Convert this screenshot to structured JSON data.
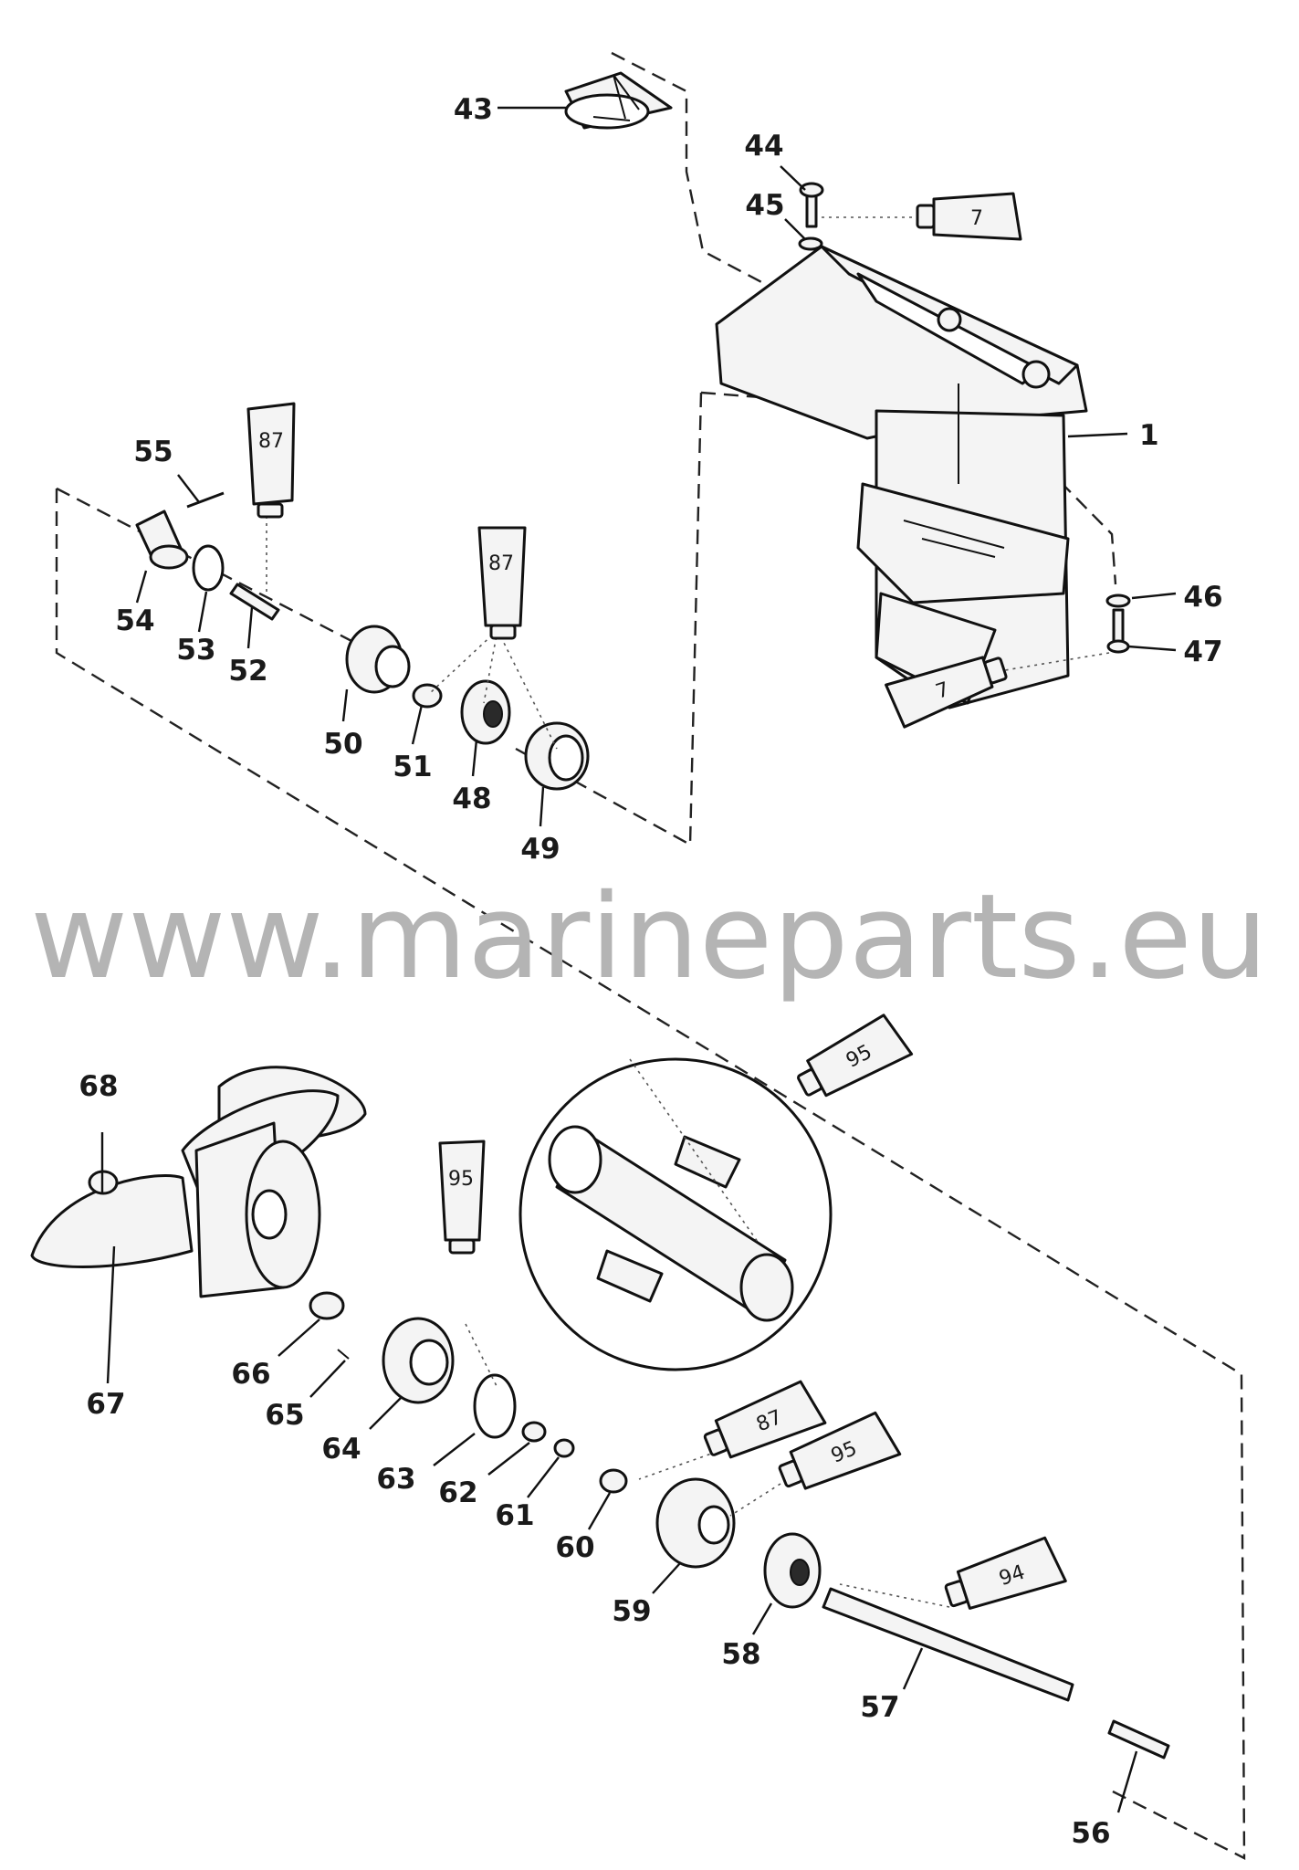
{
  "watermark": "www.marineparts.eu",
  "callouts": [
    {
      "id": "c1",
      "text": "1"
    },
    {
      "id": "c43",
      "text": "43"
    },
    {
      "id": "c44",
      "text": "44"
    },
    {
      "id": "c45",
      "text": "45"
    },
    {
      "id": "c46",
      "text": "46"
    },
    {
      "id": "c47",
      "text": "47"
    },
    {
      "id": "c48",
      "text": "48"
    },
    {
      "id": "c49",
      "text": "49"
    },
    {
      "id": "c50",
      "text": "50"
    },
    {
      "id": "c51",
      "text": "51"
    },
    {
      "id": "c52",
      "text": "52"
    },
    {
      "id": "c53",
      "text": "53"
    },
    {
      "id": "c54",
      "text": "54"
    },
    {
      "id": "c55",
      "text": "55"
    },
    {
      "id": "c56",
      "text": "56"
    },
    {
      "id": "c57",
      "text": "57"
    },
    {
      "id": "c58",
      "text": "58"
    },
    {
      "id": "c59",
      "text": "59"
    },
    {
      "id": "c60",
      "text": "60"
    },
    {
      "id": "c61",
      "text": "61"
    },
    {
      "id": "c62",
      "text": "62"
    },
    {
      "id": "c63",
      "text": "63"
    },
    {
      "id": "c64",
      "text": "64"
    },
    {
      "id": "c65",
      "text": "65"
    },
    {
      "id": "c66",
      "text": "66"
    },
    {
      "id": "c67",
      "text": "67"
    },
    {
      "id": "c68",
      "text": "68"
    }
  ],
  "tubes": [
    {
      "id": "t7a",
      "text": "7"
    },
    {
      "id": "t7b",
      "text": "7"
    },
    {
      "id": "t87a",
      "text": "87"
    },
    {
      "id": "t87b",
      "text": "87"
    },
    {
      "id": "t95a",
      "text": "95"
    },
    {
      "id": "t95b",
      "text": "95"
    },
    {
      "id": "t87c",
      "text": "87"
    },
    {
      "id": "t95c",
      "text": "95"
    },
    {
      "id": "t94",
      "text": "94"
    }
  ]
}
